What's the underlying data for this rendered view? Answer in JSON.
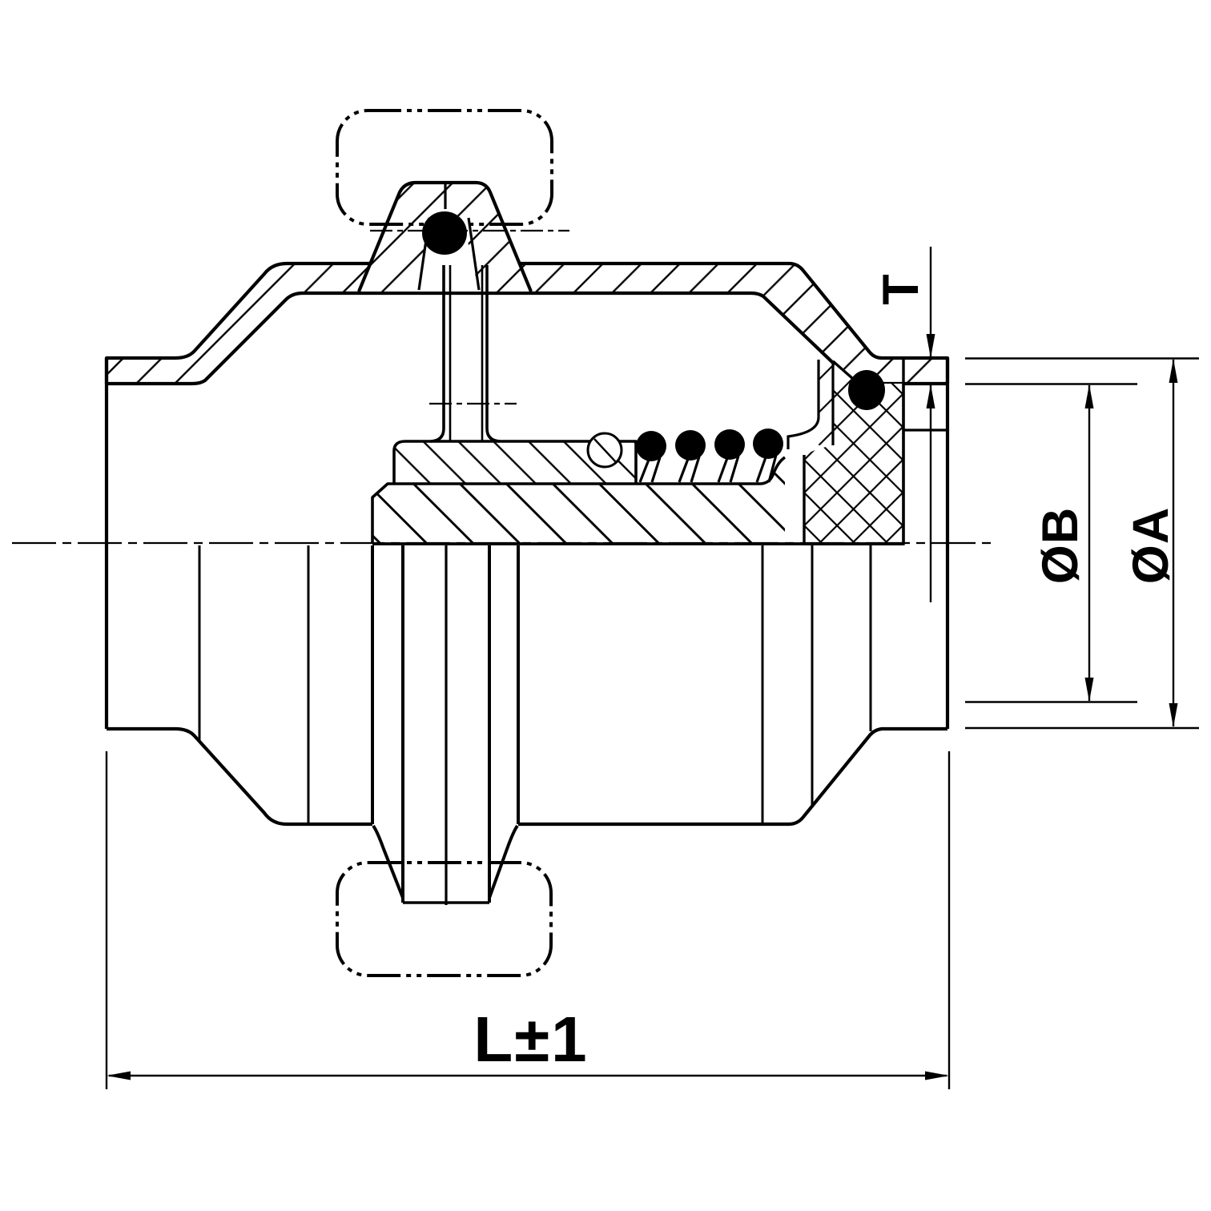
{
  "drawing": {
    "background_color": "#ffffff",
    "line_color": "#000000",
    "labels": {
      "wall_thickness": "T",
      "bore_diameter": "ØB",
      "outer_diameter": "ØA",
      "overall_length": "L±1"
    }
  }
}
